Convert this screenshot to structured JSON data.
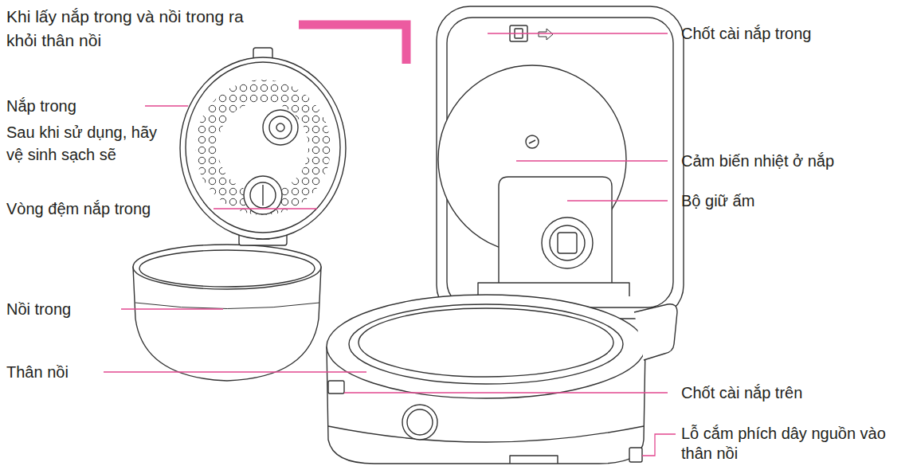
{
  "diagram": {
    "labels": [
      "Khi lấy nắp trong và nồi trong ra khỏi thân nồi",
      "Nắp trong",
      "Sau khi sử dụng, hãy vệ sinh sạch sẽ",
      "Vòng đệm nắp trong",
      "Nồi trong",
      "Thân nồi",
      "Chốt cài nắp trong",
      "Cảm biến nhiệt ở nắp",
      "Bộ giữ ấm",
      "Chốt cài nắp trên",
      "Lỗ cắm phích dây nguồn vào thân nồi"
    ]
  }
}
